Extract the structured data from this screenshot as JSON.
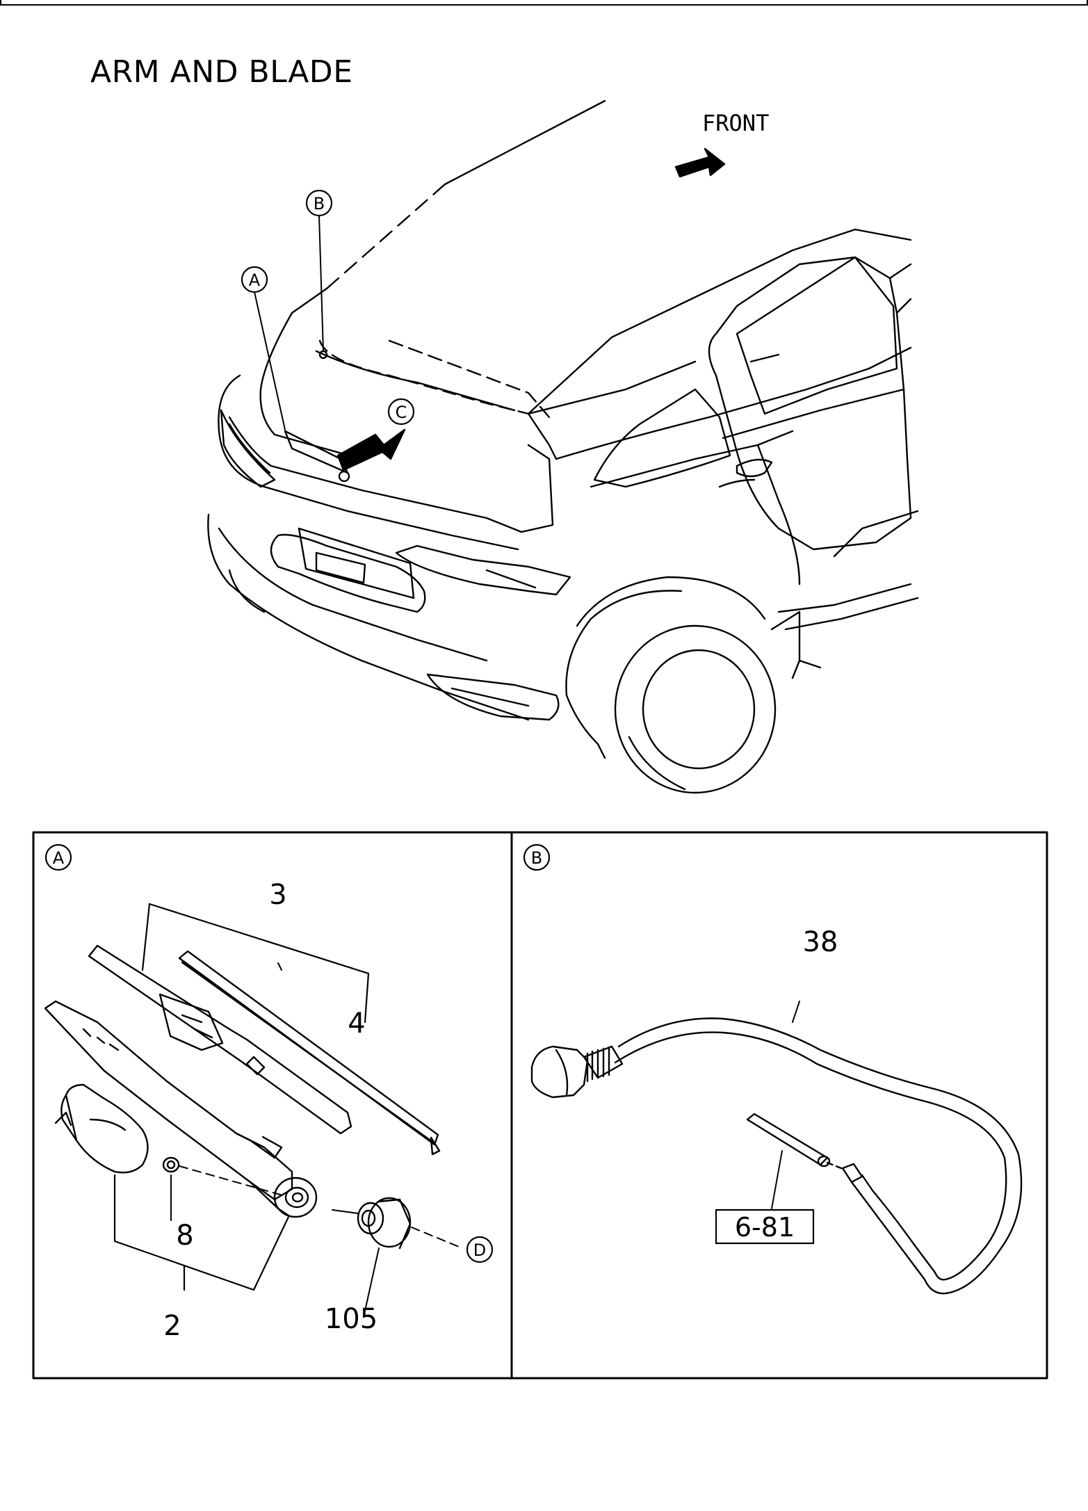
{
  "title": "ARM AND BLADE",
  "overview": {
    "direction_label": "FRONT",
    "callouts": [
      "A",
      "B",
      "C"
    ]
  },
  "panel_a": {
    "label": "A",
    "parts": [
      "3",
      "4",
      "8",
      "2",
      "105"
    ],
    "ref_callout": "D"
  },
  "panel_b": {
    "label": "B",
    "parts": [
      "38"
    ],
    "ref_box": "6-81"
  }
}
